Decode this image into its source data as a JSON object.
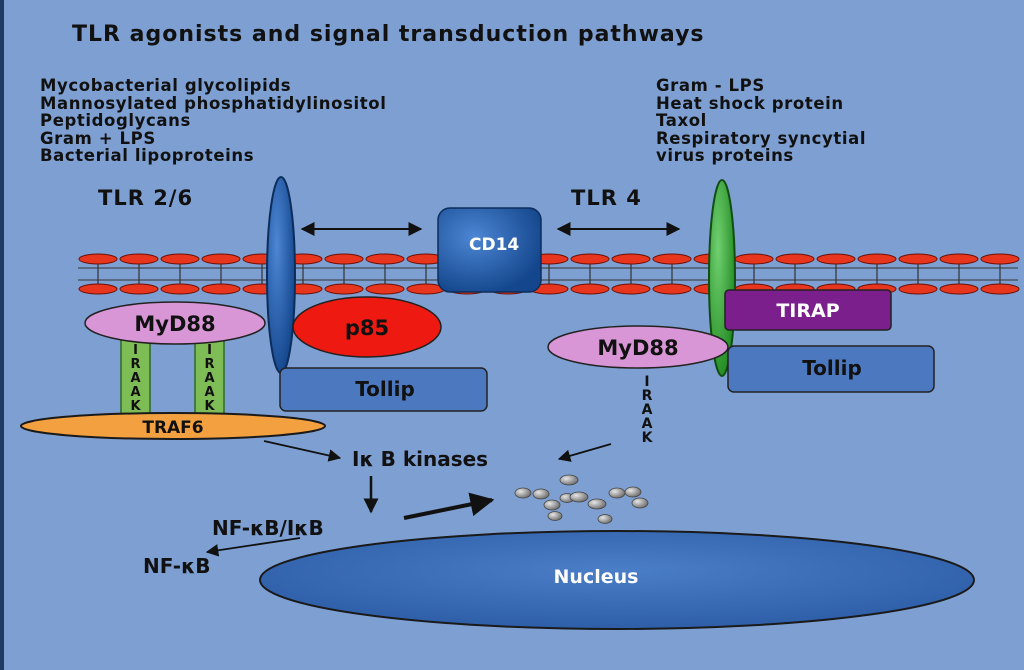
{
  "title": "TLR agonists and signal transduction pathways",
  "agonists_left": [
    "Mycobacterial glycolipids",
    "Mannosylated phosphatidylinositol",
    "Peptidoglycans",
    "Gram + LPS",
    "Bacterial lipoproteins"
  ],
  "agonists_right": [
    "Gram - LPS",
    "Heat shock protein",
    "Taxol",
    "Respiratory syncytial",
    "virus proteins"
  ],
  "receptors": {
    "tlr26": "TLR 2/6",
    "tlr4": "TLR 4"
  },
  "nodes": {
    "cd14": "CD14",
    "myd88_left": "MyD88",
    "myd88_right": "MyD88",
    "p85": "p85",
    "tirap": "TIRAP",
    "tollip_left": "Tollip",
    "tollip_right": "Tollip",
    "traf6": "TRAF6",
    "irak_a": "IRAAK",
    "irak_b": "IRAAK",
    "irak_c": "IRAAK",
    "ikb_kinases": "Iκ B kinases",
    "nfkb_ikb": "NF-κB/IκB",
    "nfkb": "NF-κB",
    "nucleus": "Nucleus"
  },
  "colors": {
    "background": "#7e9fd1",
    "membrane_head": "#e8361e",
    "tlr26_receptor": "#1f5fad",
    "tlr4_receptor": "#3fae3f",
    "cd14": "#1b5aa8",
    "myd88": "#d896d6",
    "p85": "#ee1a12",
    "tirap": "#7a1f8c",
    "tollip": "#4c78c0",
    "traf6": "#f2a040",
    "irak": "#7ebd55",
    "nucleus": "#3b6cb3"
  }
}
